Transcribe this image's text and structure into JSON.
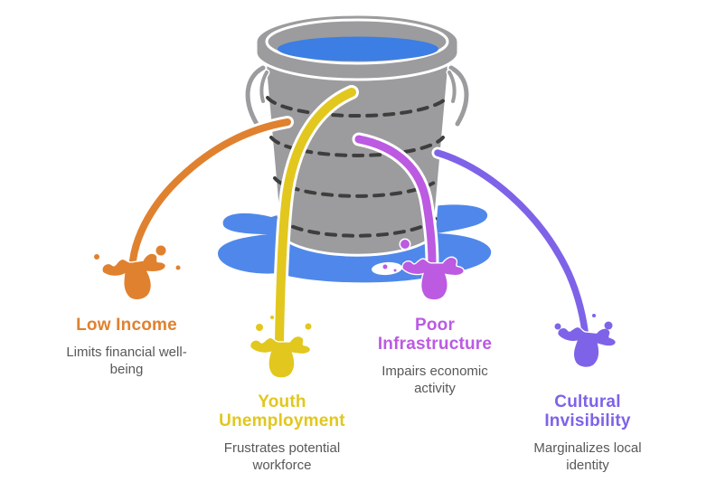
{
  "diagram": {
    "type": "leaky-bucket",
    "bucket": {
      "color": "#9C9C9E",
      "outline": "#FFFFFF",
      "dash_color": "#3E3E3E",
      "water_color": "#3C7EE4",
      "puddle_color": "#4F88EA"
    },
    "text_color": "#58585A",
    "background": "#FFFFFF",
    "leaks": [
      {
        "label": "Low Income",
        "description": "Limits financial well-being",
        "color": "#E0812F"
      },
      {
        "label": "Youth Unemployment",
        "description": "Frustrates potential workforce",
        "color": "#E2C71E"
      },
      {
        "label": "Poor Infrastructure",
        "description": "Impairs economic activity",
        "color": "#BC5AE2"
      },
      {
        "label": "Cultural Invisibility",
        "description": "Marginalizes local identity",
        "color": "#7E63E8"
      }
    ]
  }
}
